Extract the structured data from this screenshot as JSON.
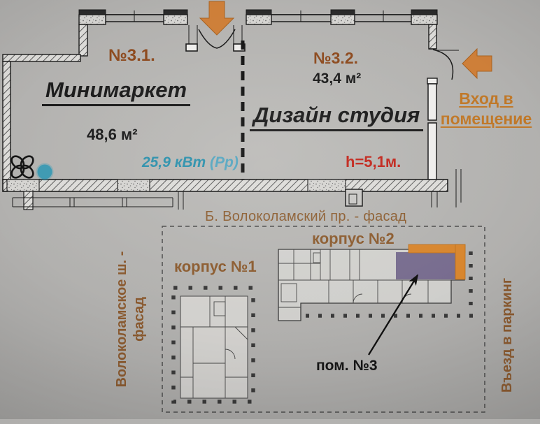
{
  "title": "Поэтажный план и ситуационный план помещения №3",
  "colors": {
    "background_gray": "#afaeac",
    "ink": "#1b1b1b",
    "unit_number_brown": "#8d4a1e",
    "label_brown": "#8c5c30",
    "entrance_orange": "#c07828",
    "arrow_orange": "#ce7f39",
    "power_blue": "#2d91ac",
    "height_red": "#c2261c",
    "highlight_purple": "#6b5f86",
    "highlight_orange": "#d8862e",
    "equipment_teal": "#3f9db6"
  },
  "floor_plan": {
    "unit1": {
      "number": "№3.1.",
      "name": "Минимаркет",
      "area": "48,6 м²",
      "power_value": "25,9 кВт",
      "power_note": "(Рр)"
    },
    "unit2": {
      "number": "№3.2.",
      "name": "Дизайн студия",
      "area": "43,4 м²",
      "ceiling_height": "h=5,1м."
    },
    "entrance": {
      "line1": "Вход в",
      "line2": "помещение"
    }
  },
  "site_plan": {
    "street_top": "Б. Волоколамский пр. - фасад",
    "street_left_line1": "Волоколамское ш. -",
    "street_left_line2": "фасад",
    "parking_label": "Въезд в паркинг",
    "building1_label": "корпус №1",
    "building2_label": "корпус №2",
    "unit_label": "пом. №3"
  }
}
